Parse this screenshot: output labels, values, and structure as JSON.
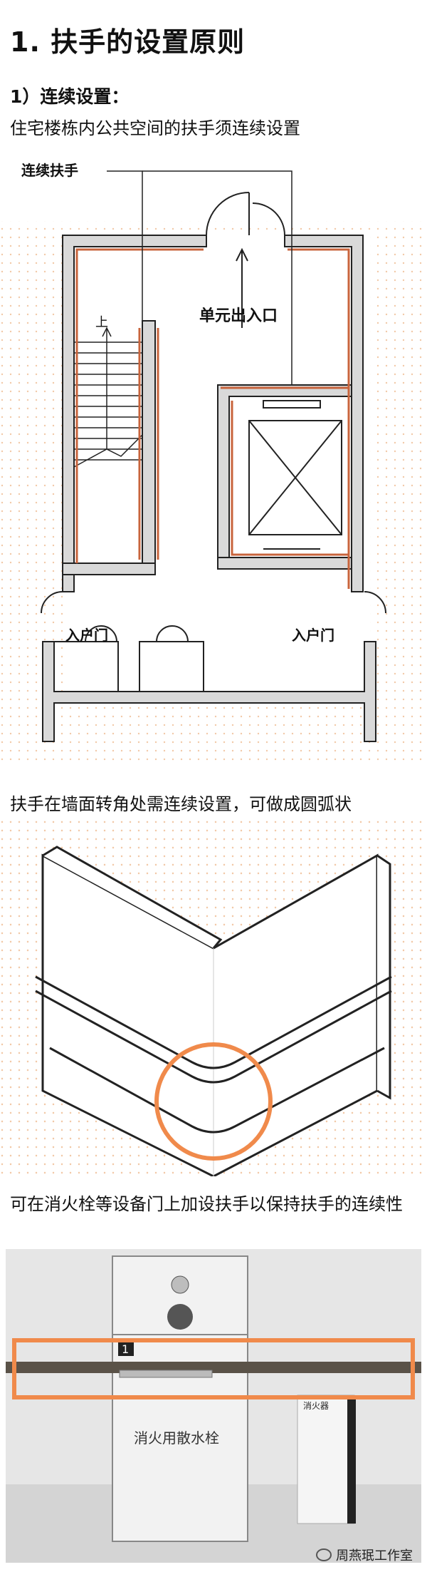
{
  "heading": "1. 扶手的设置原则",
  "subheading": "1）连续设置：",
  "intro": "住宅楼栋内公共空间的扶手须连续设置",
  "plan": {
    "label_handrail": "连续扶手",
    "label_up": "上",
    "label_exit": "单元出入口",
    "label_door_left": "入户门",
    "label_door_right": "入户门"
  },
  "caption_corner": "扶手在墙面转角处需连续设置，可做成圆弧状",
  "caption_hydrant": "可在消火栓等设备门上加设扶手以保持扶手的连续性",
  "photo": {
    "hydrant_label": "消火用散水栓",
    "extinguisher_label": "消火器",
    "badge": "1"
  },
  "watermark": "周燕珉工作室",
  "colors": {
    "handrail": "#c8643c",
    "highlight": "#f08a4b",
    "dots": "#f2c9a8"
  }
}
